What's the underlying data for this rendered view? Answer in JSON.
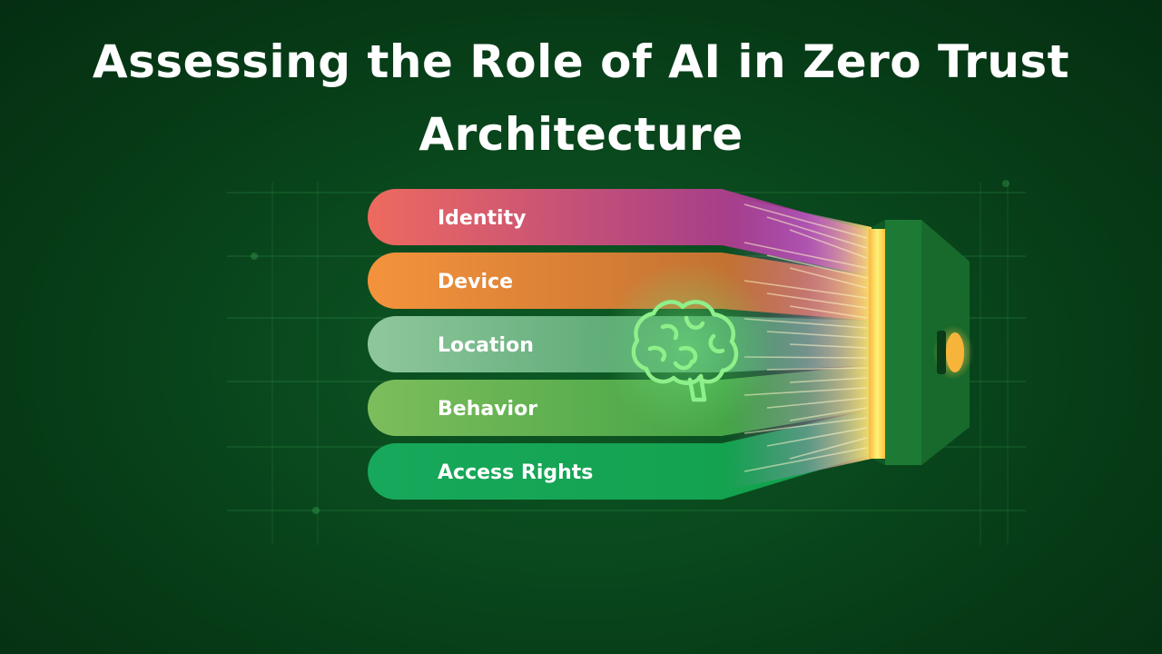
{
  "title": "Assessing the Role of AI in Zero Trust Architecture",
  "factors": [
    {
      "label": "Identity",
      "color_start": "#ee6a5f",
      "color_end": "#8a2d9a"
    },
    {
      "label": "Device",
      "color_start": "#f4933c",
      "color_end": "#b0652e"
    },
    {
      "label": "Location",
      "color_start": "#8fc79c",
      "color_end": "#2f8f52"
    },
    {
      "label": "Behavior",
      "color_start": "#7dbd5c",
      "color_end": "#2e9b3e"
    },
    {
      "label": "Access Rights",
      "color_start": "#17a85c",
      "color_end": "#12a04a"
    }
  ],
  "icons": {
    "center": "brain-icon",
    "target": "gate-door-icon"
  },
  "colors": {
    "background": "#0a4a1e",
    "glow": "#ffd84a",
    "brain_stroke": "#8ef08a",
    "door": "#1d7a34"
  }
}
